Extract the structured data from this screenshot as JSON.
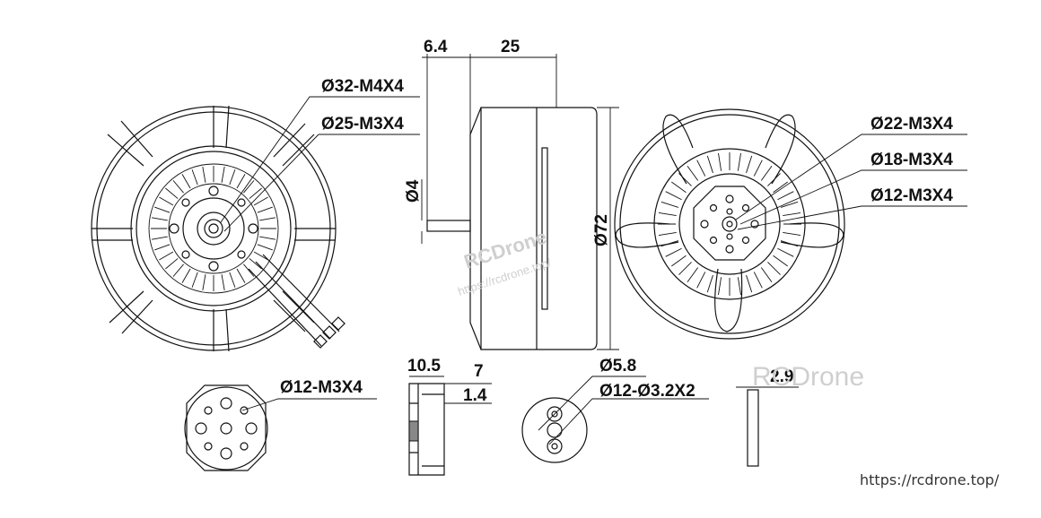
{
  "labels": {
    "d32": "Ø32-M4X4",
    "d25": "Ø25-M3X4",
    "d22": "Ø22-M3X4",
    "d18": "Ø18-M3X4",
    "d12r": "Ø12-M3X4",
    "d12b": "Ø12-M3X4",
    "shaft_ext": "6.4",
    "height": "25",
    "shaft_d": "Ø4",
    "outer_d": "Ø72",
    "dim_105": "10.5",
    "dim_7": "7",
    "dim_14": "1.4",
    "d58": "Ø5.8",
    "d12_32": "Ø12-Ø3.2X2",
    "dim_29": "2.9"
  },
  "watermark": {
    "brand": "RCDrone",
    "brand_small": "RCDrone",
    "url_small": "https://rcdrone.top/",
    "footer_url": "https://rcdrone.top/"
  }
}
